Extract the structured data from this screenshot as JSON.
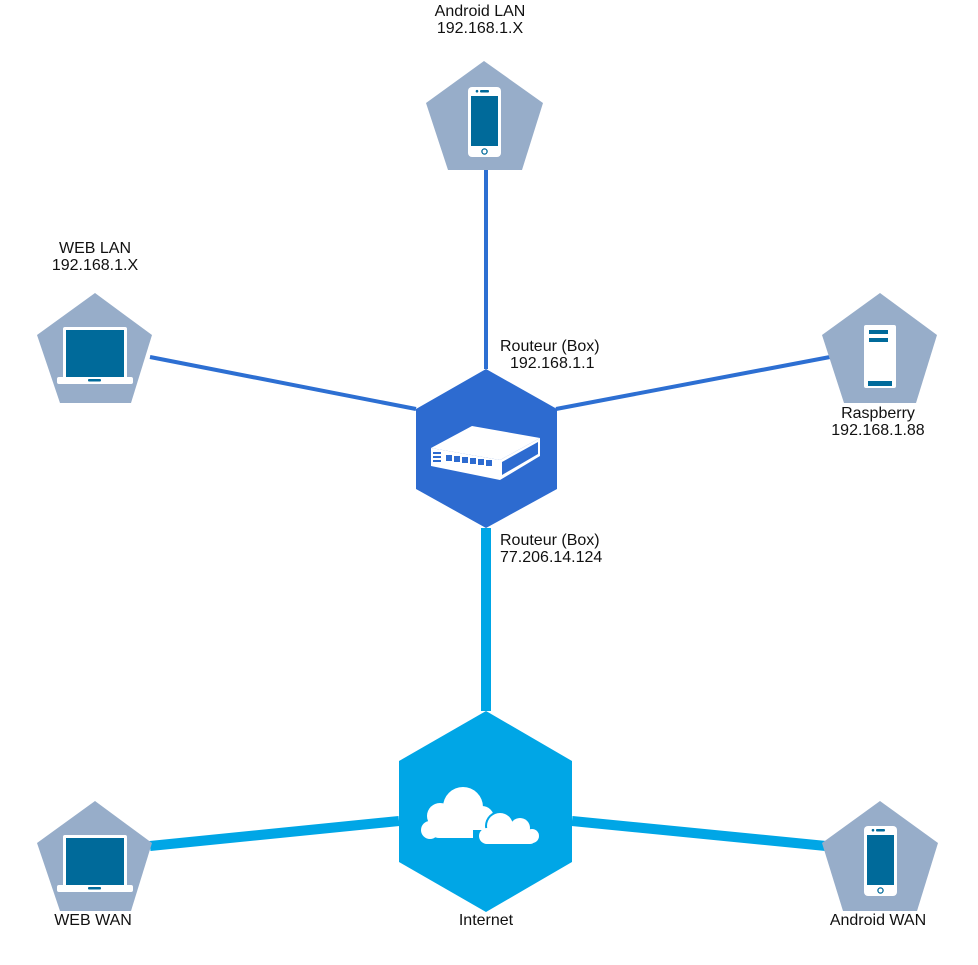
{
  "diagram": {
    "type": "network-topology",
    "colors": {
      "lan_link": "#2d6fd2",
      "wan_link": "#00a6e6",
      "router_hex": "#2d6bd0",
      "internet_hex": "#00a6e6",
      "device_pentagon": "#97adc9",
      "device_screen": "#006a9a",
      "icon_white": "#ffffff"
    },
    "nodes": {
      "android_lan": {
        "label_line1": "Android LAN",
        "label_line2": "192.168.1.X",
        "icon": "smartphone-icon"
      },
      "web_lan": {
        "label_line1": "WEB LAN",
        "label_line2": "192.168.1.X",
        "icon": "laptop-icon"
      },
      "raspberry": {
        "label_line1": "Raspberry",
        "label_line2": "192.168.1.88",
        "icon": "server-icon"
      },
      "router": {
        "lan_label_line1": "Routeur (Box)",
        "lan_label_line2": "192.168.1.1",
        "wan_label_line1": "Routeur (Box)",
        "wan_label_line2": "77.206.14.124",
        "icon": "network-switch-icon"
      },
      "internet": {
        "label": "Internet",
        "icon": "cloud-icon"
      },
      "web_wan": {
        "label": "WEB WAN",
        "icon": "laptop-icon"
      },
      "android_wan": {
        "label": "Android WAN",
        "icon": "smartphone-icon"
      }
    },
    "links": [
      {
        "from": "router",
        "to": "android_lan",
        "kind": "lan"
      },
      {
        "from": "router",
        "to": "web_lan",
        "kind": "lan"
      },
      {
        "from": "router",
        "to": "raspberry",
        "kind": "lan"
      },
      {
        "from": "router",
        "to": "internet",
        "kind": "wan"
      },
      {
        "from": "internet",
        "to": "web_wan",
        "kind": "wan"
      },
      {
        "from": "internet",
        "to": "android_wan",
        "kind": "wan"
      }
    ]
  }
}
